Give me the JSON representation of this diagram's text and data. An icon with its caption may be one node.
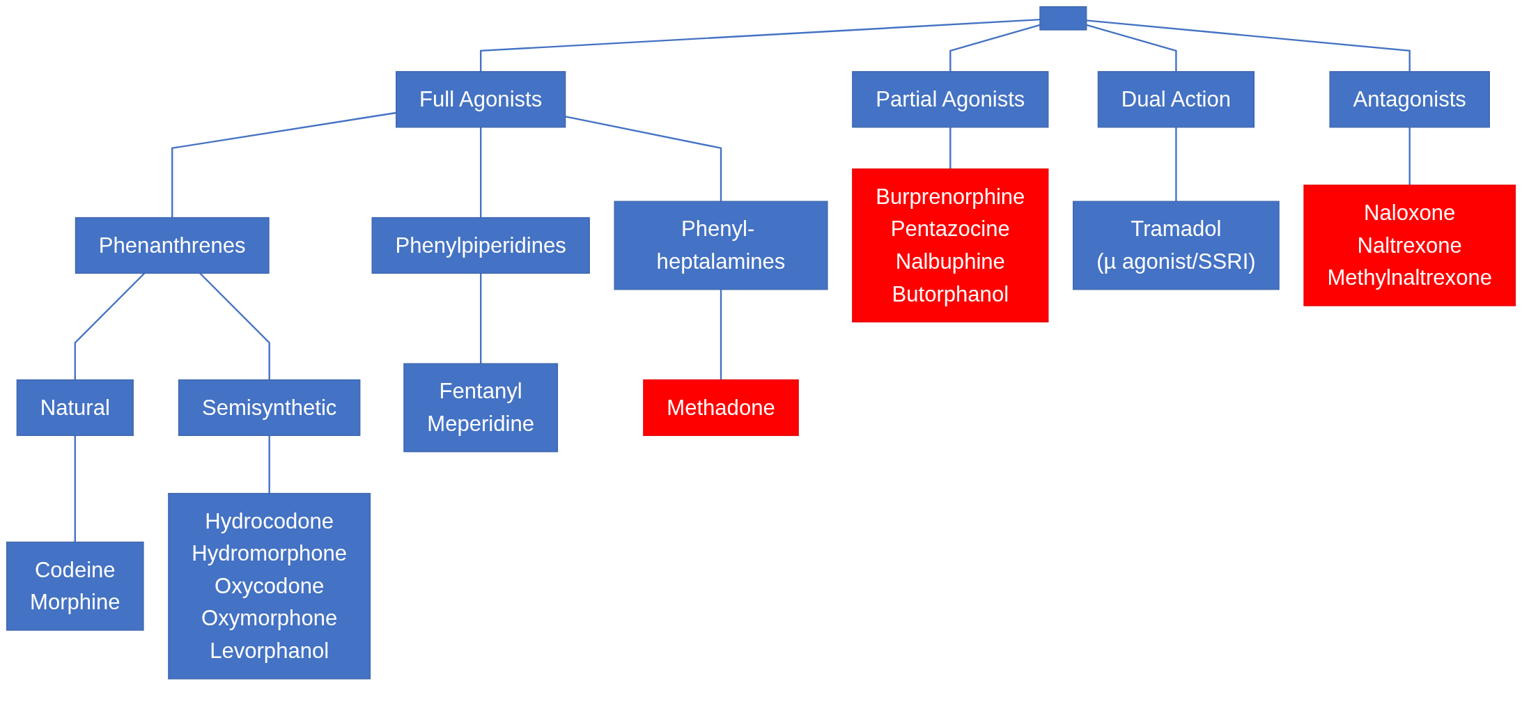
{
  "diagram": {
    "nodes": [
      {
        "text": [],
        "shape": "box"
      },
      {
        "text": [
          "Full Agonists"
        ]
      },
      {
        "text": [
          "Partial Agonists"
        ]
      },
      {
        "text": [
          "Dual Action"
        ]
      },
      {
        "text": [
          "Antagonists"
        ]
      },
      {
        "text": [
          "Phenanthrenes"
        ]
      },
      {
        "text": [
          "Phenylpiperidines"
        ]
      },
      {
        "text": [
          "Phenyl- heptalamines"
        ]
      },
      {
        "text": [
          "Natural"
        ]
      },
      {
        "text": [
          "Semisynthetic"
        ]
      },
      {
        "text": [
          "Codeine",
          "Morphine"
        ]
      },
      {
        "text": [
          "Hydrocodone",
          "Hydromorphone",
          "Oxycodone",
          "Oxymorphone",
          "Levorphanol"
        ]
      },
      {
        "text": [
          "Fentanyl",
          "Meperidine"
        ]
      },
      {
        "text": [
          "Methadone"
        ]
      },
      {
        "text": [
          "Burprenorphine",
          "Pentazocine",
          "Nalbuphine",
          "Butorphanol"
        ]
      },
      {
        "text": [
          "Tramadol",
          "(µ agonist/SSRI)"
        ]
      },
      {
        "text": [
          "Naloxone",
          "Naltrexone",
          "Methylnaltrexone"
        ]
      }
    ],
    "edges": [
      {
        "from": 0,
        "to": 1,
        "arrow": "none"
      },
      {
        "from": 0,
        "to": 2,
        "arrow": "none"
      },
      {
        "from": 0,
        "to": 3,
        "arrow": "none"
      },
      {
        "from": 0,
        "to": 4,
        "arrow": "none"
      },
      {
        "from": 1,
        "to": 5,
        "arrow": "none"
      },
      {
        "from": 1,
        "to": 6,
        "arrow": "none"
      },
      {
        "from": 1,
        "to": 7,
        "arrow": "none"
      },
      {
        "from": 5,
        "to": 8,
        "arrow": "none"
      },
      {
        "from": 5,
        "to": 9,
        "arrow": "none"
      },
      {
        "from": 8,
        "to": 10,
        "arrow": "none"
      },
      {
        "from": 9,
        "to": 11,
        "arrow": "none"
      },
      {
        "from": 6,
        "to": 12,
        "arrow": "none"
      },
      {
        "from": 7,
        "to": 13,
        "arrow": "none"
      },
      {
        "from": 2,
        "to": 14,
        "arrow": "none"
      },
      {
        "from": 3,
        "to": 15,
        "arrow": "none"
      },
      {
        "from": 4,
        "to": 16,
        "arrow": "none"
      }
    ]
  }
}
